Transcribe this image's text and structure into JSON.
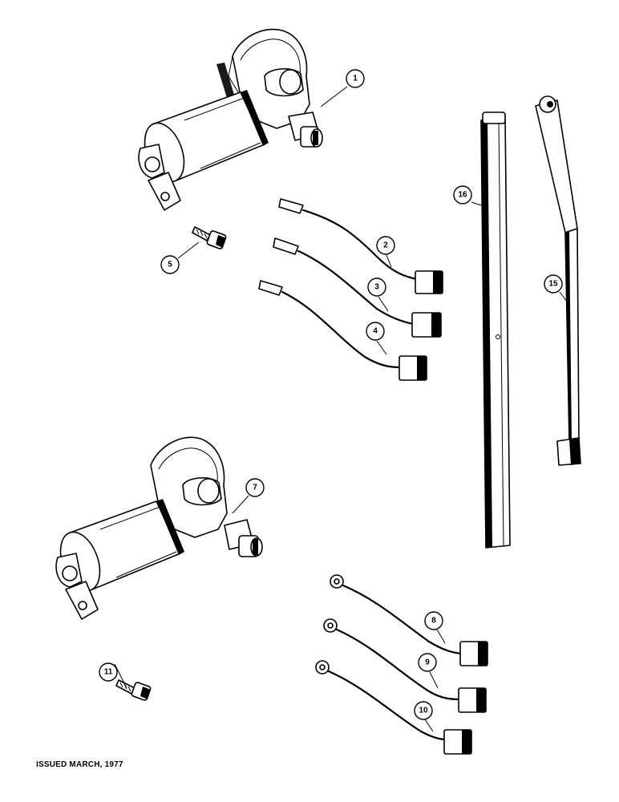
{
  "issued_label": "ISSUED MARCH, 1977",
  "callouts": [
    {
      "num": "1",
      "part": "wiper-motor-upper"
    },
    {
      "num": "2",
      "part": "wire-harness-upper-a"
    },
    {
      "num": "3",
      "part": "wire-harness-upper-b"
    },
    {
      "num": "4",
      "part": "wire-harness-upper-c"
    },
    {
      "num": "5",
      "part": "mounting-bolt-upper"
    },
    {
      "num": "7",
      "part": "wiper-motor-lower"
    },
    {
      "num": "8",
      "part": "wire-harness-lower-a"
    },
    {
      "num": "9",
      "part": "wire-harness-lower-b"
    },
    {
      "num": "10",
      "part": "wire-harness-lower-c"
    },
    {
      "num": "11",
      "part": "mounting-bolt-lower"
    },
    {
      "num": "15",
      "part": "wiper-arm"
    },
    {
      "num": "16",
      "part": "wiper-blade"
    }
  ]
}
